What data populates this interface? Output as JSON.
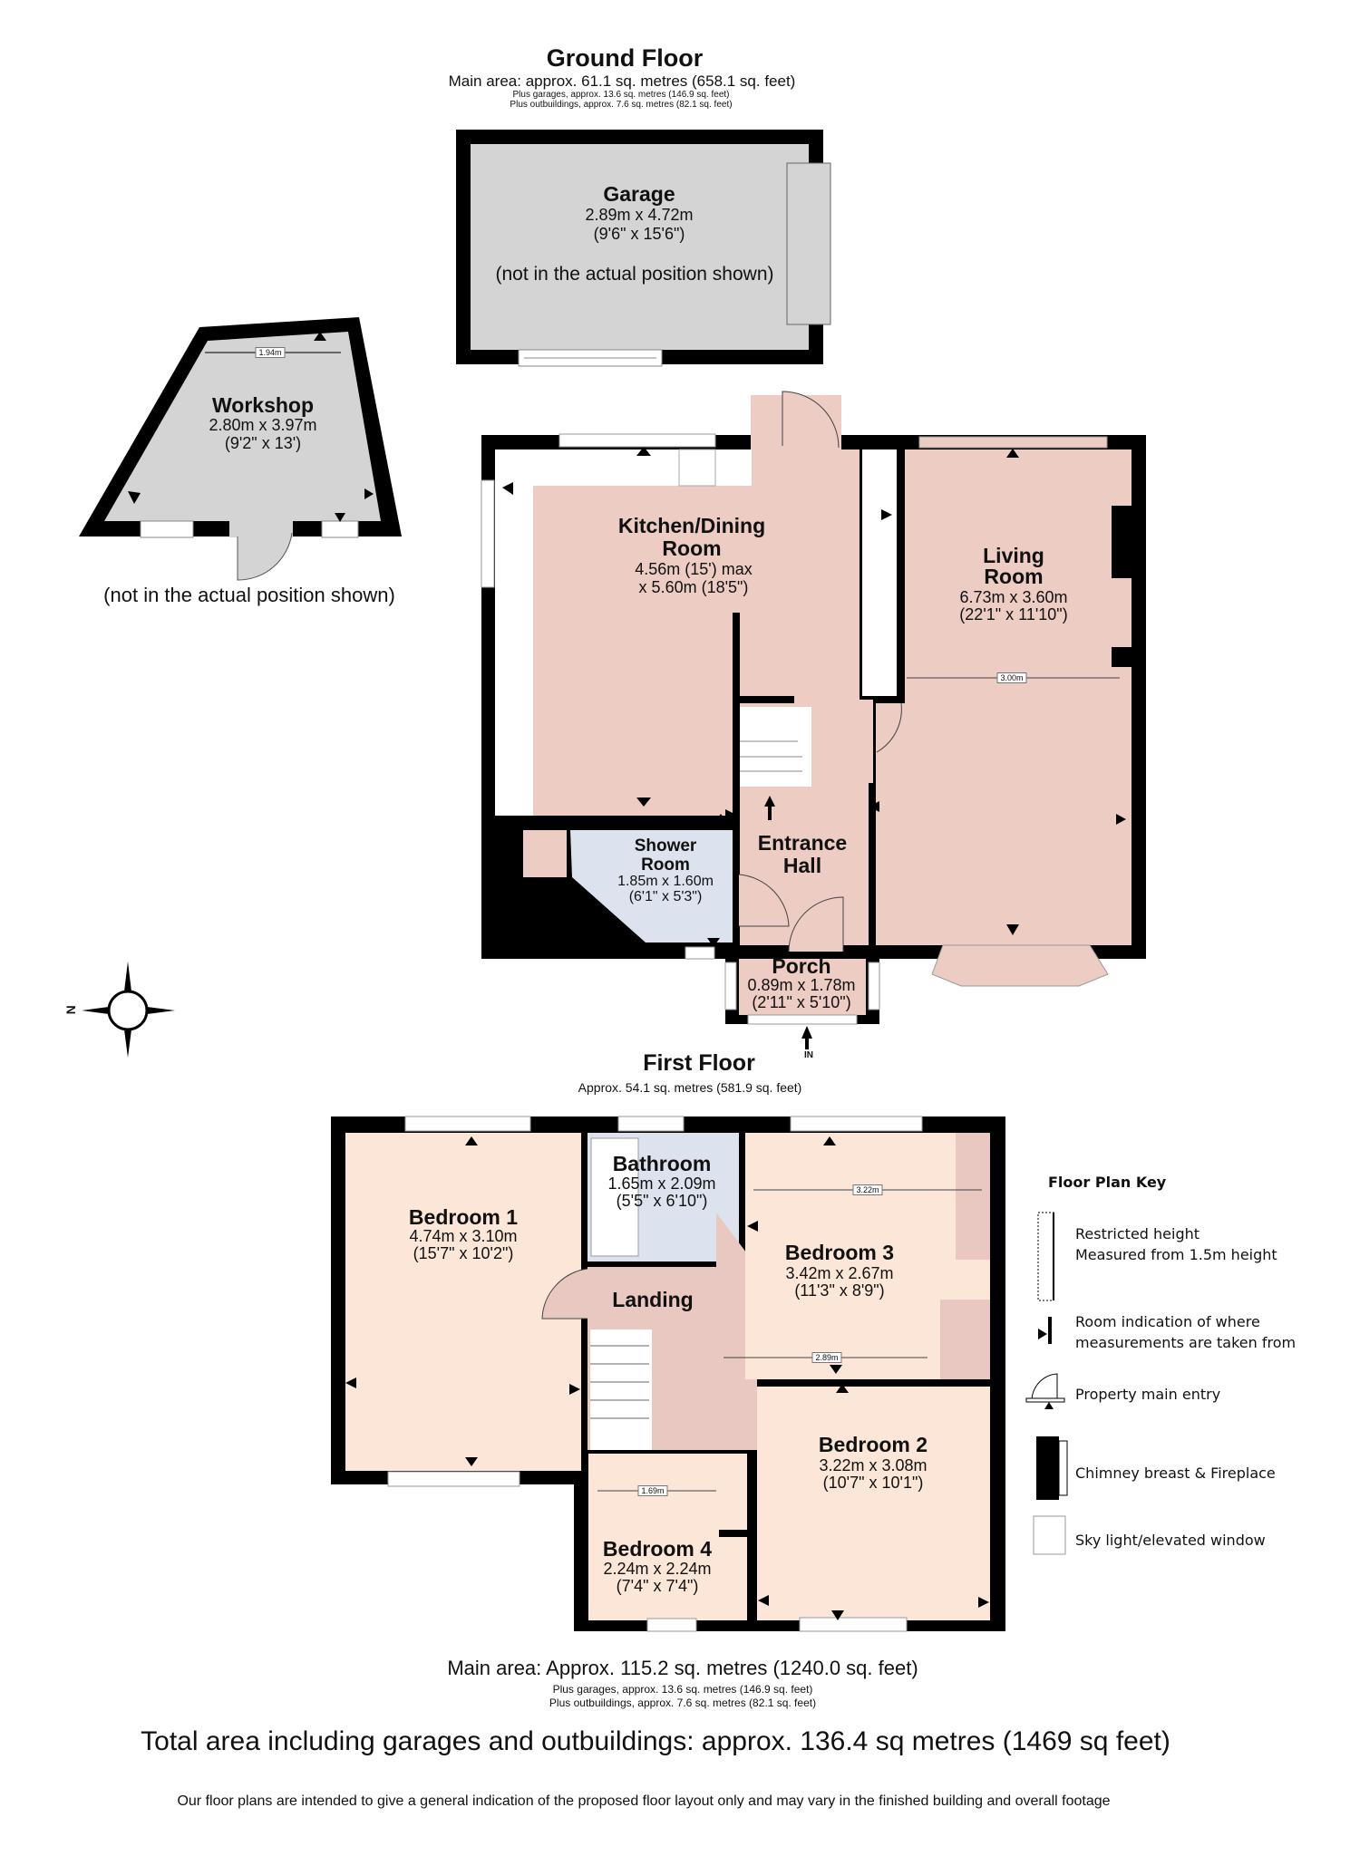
{
  "ground_floor": {
    "title": "Ground Floor",
    "main_area": "Main area: approx. 61.1 sq. metres (658.1 sq. feet)",
    "garages": "Plus garages, approx. 13.6 sq. metres (146.9 sq. feet)",
    "outbuildings": "Plus outbuildings, approx. 7.6 sq. metres (82.1 sq. feet)",
    "rooms": {
      "garage": {
        "name": "Garage",
        "metric": "2.89m x 4.72m",
        "imperial": "(9'6\" x 15'6\")",
        "note": "(not in the actual position shown)"
      },
      "workshop": {
        "name": "Workshop",
        "metric": "2.80m x 3.97m",
        "imperial": "(9'2\" x 13')",
        "note": "(not in the actual position shown)",
        "measure": "1.94m"
      },
      "kitchen": {
        "name_line1": "Kitchen/Dining",
        "name_line2": "Room",
        "metric": "4.56m (15') max",
        "imperial": "x 5.60m (18'5\")"
      },
      "living": {
        "name_line1": "Living",
        "name_line2": "Room",
        "metric": "6.73m x 3.60m",
        "imperial": "(22'1\" x 11'10\")",
        "measure": "3.00m"
      },
      "shower": {
        "name_line1": "Shower",
        "name_line2": "Room",
        "metric": "1.85m x 1.60m",
        "imperial": "(6'1\" x 5'3\")"
      },
      "entrance": {
        "name_line1": "Entrance",
        "name_line2": "Hall"
      },
      "porch": {
        "name": "Porch",
        "metric": "0.89m x 1.78m",
        "imperial": "(2'11\" x 5'10\")",
        "entry": "IN"
      }
    }
  },
  "compass": {
    "label": "N"
  },
  "first_floor": {
    "title": "First Floor",
    "area": "Approx. 54.1 sq. metres (581.9 sq. feet)",
    "rooms": {
      "bedroom1": {
        "name": "Bedroom 1",
        "metric": "4.74m x 3.10m",
        "imperial": "(15'7\" x 10'2\")"
      },
      "bathroom": {
        "name": "Bathroom",
        "metric": "1.65m x 2.09m",
        "imperial": "(5'5\" x 6'10\")"
      },
      "landing": {
        "name": "Landing"
      },
      "bedroom3": {
        "name": "Bedroom 3",
        "metric": "3.42m x 2.67m",
        "imperial": "(11'3\" x 8'9\")",
        "measure_top": "3.22m",
        "measure_bottom": "2.89m"
      },
      "bedroom2": {
        "name": "Bedroom 2",
        "metric": "3.22m x 3.08m",
        "imperial": "(10'7\" x 10'1\")"
      },
      "bedroom4": {
        "name": "Bedroom 4",
        "metric": "2.24m x 2.24m",
        "imperial": "(7'4\" x 7'4\")",
        "measure": "1.69m"
      }
    }
  },
  "key": {
    "title": "Floor Plan Key",
    "items": [
      {
        "line1": "Restricted height",
        "line2": "Measured from 1.5m height"
      },
      {
        "line1": "Room indication of where",
        "line2": "measurements are taken from"
      },
      {
        "line1": "Property main entry",
        "line2": ""
      },
      {
        "line1": "Chimney breast & Fireplace",
        "line2": ""
      },
      {
        "line1": "Sky light/elevated window",
        "line2": ""
      }
    ]
  },
  "summary": {
    "main_area": "Main area: Approx. 115.2 sq. metres (1240.0 sq. feet)",
    "garages": "Plus garages, approx. 13.6 sq. metres (146.9 sq. feet)",
    "outbuildings": "Plus outbuildings, approx. 7.6 sq. metres (82.1 sq. feet)",
    "total": "Total area including garages and outbuildings: approx. 136.4 sq metres (1469 sq feet)",
    "disclaimer": "Our floor plans are intended to give a general indication of the proposed floor layout only and may vary in the finished building and overall footage"
  },
  "colors": {
    "wall": "#000000",
    "garage_fill": "#d4d4d4",
    "kitchen_fill": "#ecccc3",
    "shower_fill": "#dde3ee",
    "bedroom_fill": "#fbe6d7",
    "landing_fill": "#e9c8c1"
  }
}
